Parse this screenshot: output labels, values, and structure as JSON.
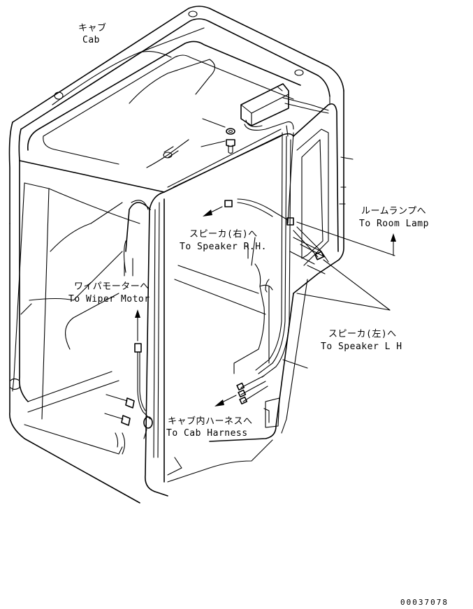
{
  "labels": {
    "cab_jp": "キャブ",
    "cab_en": "Cab",
    "room_lamp_jp": "ルームランプへ",
    "room_lamp_en": "To Room Lamp",
    "speaker_rh_jp": "スピーカ(右)へ",
    "speaker_rh_en": "To Speaker R.H.",
    "wiper_jp": "ワイパモーターへ",
    "wiper_en": "To Wiper Motor",
    "speaker_lh_jp": "スピーカ(左)へ",
    "speaker_lh_en": "To Speaker L H",
    "harness_jp": "キャブ内ハーネスへ",
    "harness_en": "To Cab Harness"
  },
  "drawing_number": "00037078"
}
